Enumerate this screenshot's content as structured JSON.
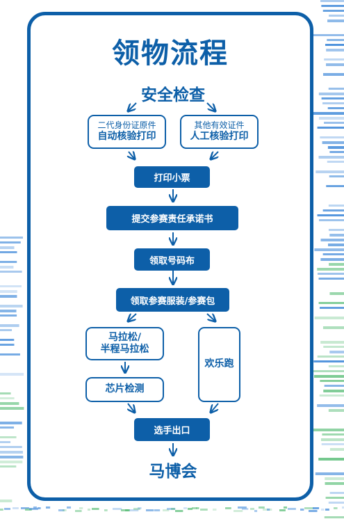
{
  "title": "领物流程",
  "security_check": "安全检查",
  "second_gen_id": {
    "line1": "二代身份证原件",
    "line2": "自动核验打印"
  },
  "other_id": {
    "line1": "其他有效证件",
    "line2": "人工核验打印"
  },
  "print_ticket": "打印小票",
  "submit_commitment": "提交参赛责任承诺书",
  "get_bib": "领取号码布",
  "get_kit": "领取参赛服装/参赛包",
  "marathon": {
    "line1": "马拉松/",
    "line2": "半程马拉松"
  },
  "fun_run": "欢乐跑",
  "chip_check": "芯片检测",
  "athlete_exit": "选手出口",
  "expo": "马博会",
  "colors": {
    "primary": "#0d5fa8",
    "stripe_blue": "#2f7fd6",
    "stripe_green": "#4cb86c"
  }
}
